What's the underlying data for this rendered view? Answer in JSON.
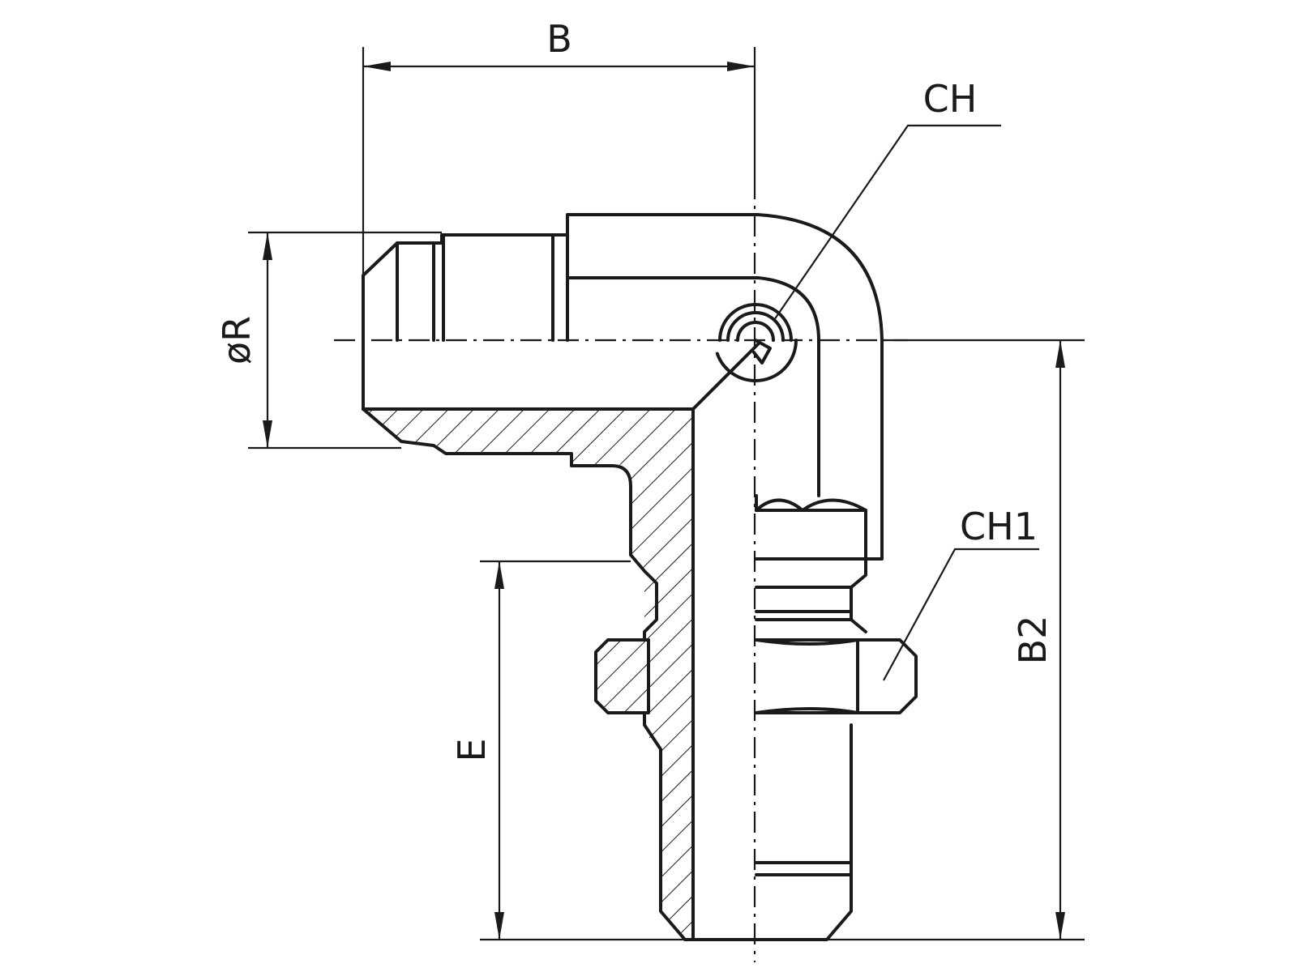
{
  "labels": {
    "dim_b": "B",
    "dim_ch": "CH",
    "dim_ch1": "CH1",
    "dim_r": "øR",
    "dim_b2": "B2",
    "dim_e": "E"
  },
  "colors": {
    "ink": "#1a1a1a",
    "background": "#ffffff"
  }
}
